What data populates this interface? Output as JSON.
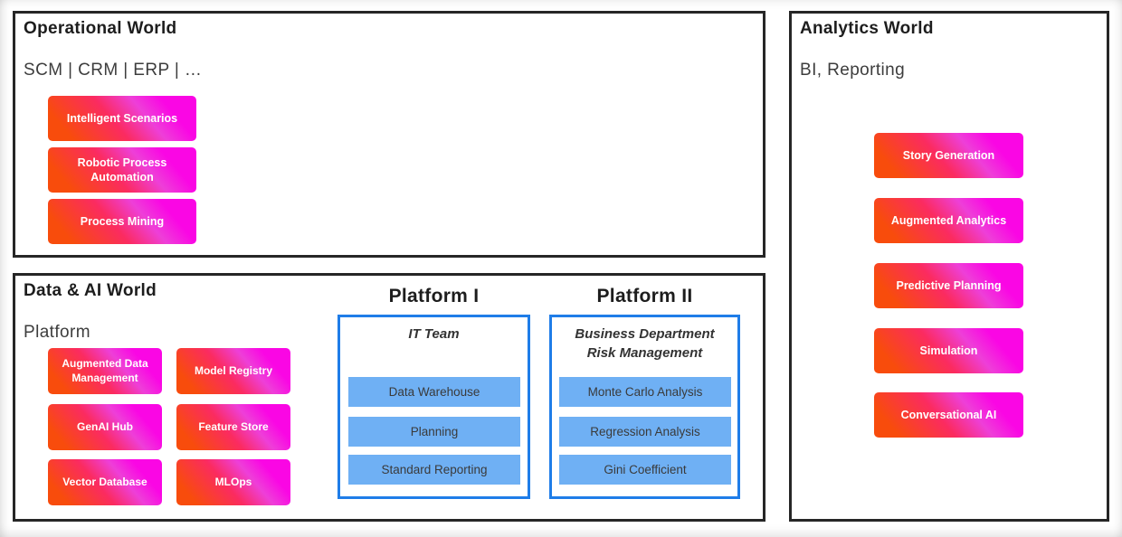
{
  "colors": {
    "outer_border": "#262626",
    "gradient_orange": "#f84c0c",
    "gradient_pink": "#fb2b60",
    "gradient_magenta": "#fa06e4",
    "blue_border": "#1f7de8",
    "blue_fill": "#6fb0f4",
    "chip_text": "#ffffff"
  },
  "sections": {
    "operational": {
      "title": "Operational World",
      "subtitle": "SCM | CRM | ERP | …",
      "buttons": [
        "Intelligent Scenarios",
        "Robotic Process Automation",
        "Process Mining"
      ]
    },
    "data_ai": {
      "title": "Data & AI World",
      "subtitle": "Platform",
      "buttons_col1": [
        "Augmented Data Management",
        "GenAI Hub",
        "Vector Database"
      ],
      "buttons_col2": [
        "Model Registry",
        "Feature Store",
        "MLOps"
      ],
      "platform1": {
        "heading": "Platform I",
        "team": "IT Team",
        "items": [
          "Data Warehouse",
          "Planning",
          "Standard Reporting"
        ]
      },
      "platform2": {
        "heading": "Platform II",
        "team": "Business Department Risk Management",
        "items": [
          "Monte Carlo Analysis",
          "Regression Analysis",
          "Gini Coefficient"
        ]
      }
    },
    "analytics": {
      "title": "Analytics World",
      "subtitle": "BI, Reporting",
      "buttons": [
        "Story Generation",
        "Augmented Analytics",
        "Predictive Planning",
        "Simulation",
        "Conversational AI"
      ]
    }
  }
}
